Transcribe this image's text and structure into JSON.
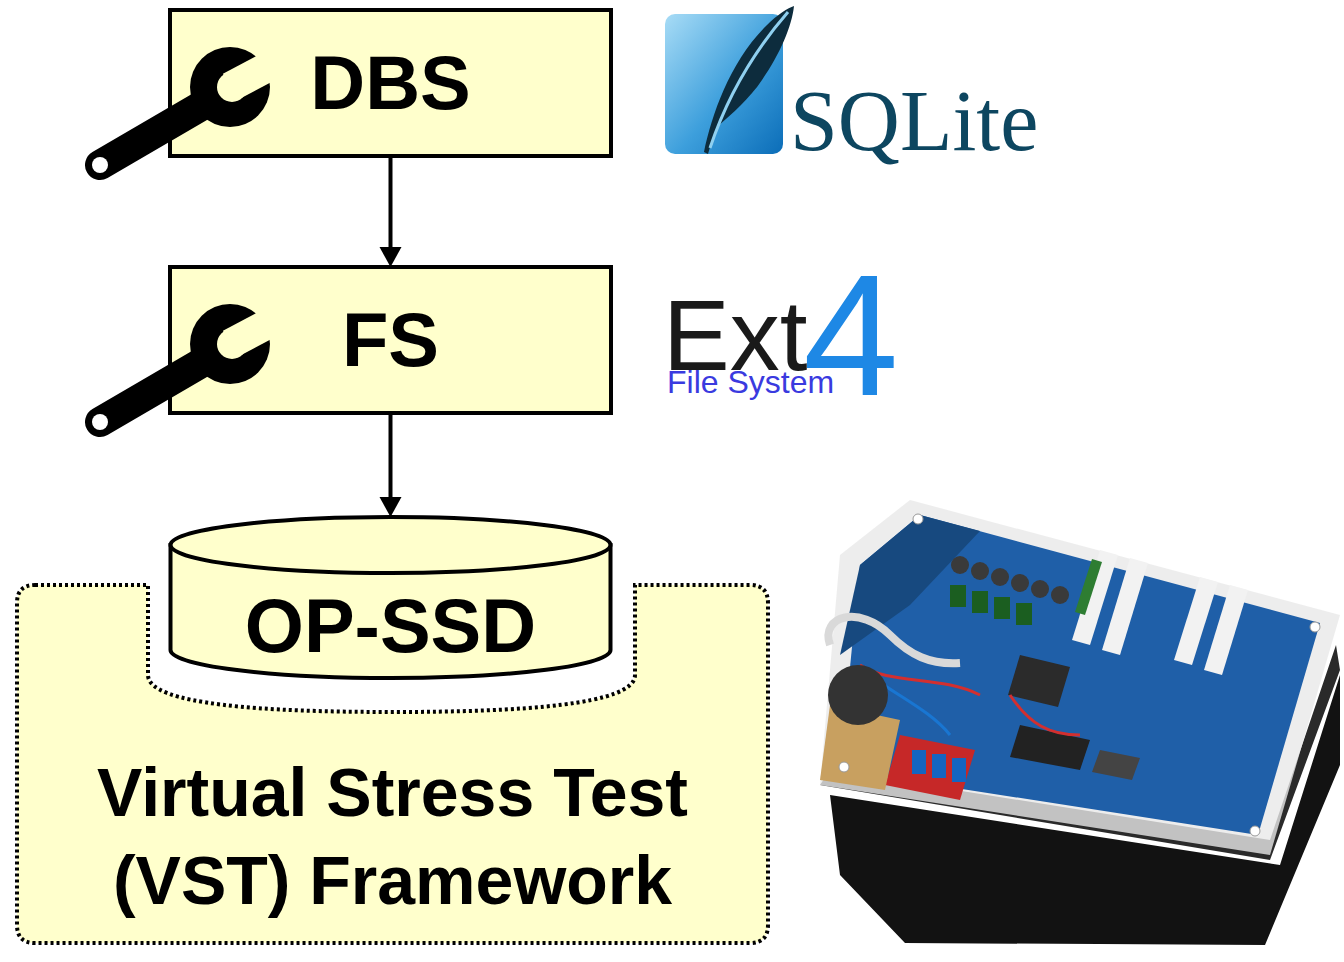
{
  "diagram": {
    "nodes": [
      {
        "text": [
          "DBS"
        ]
      },
      {
        "text": [
          "FS"
        ]
      },
      {
        "text": [
          "OP-SSD"
        ]
      },
      {
        "text": [
          "Virtual Stress Test (VST) Framework"
        ]
      }
    ],
    "edges": [
      {
        "from": 0,
        "to": 1,
        "arrow": "to"
      },
      {
        "from": 1,
        "to": 2,
        "arrow": "to"
      }
    ],
    "labels": [
      "SQLite",
      "Ext",
      "4",
      "File System"
    ]
  }
}
